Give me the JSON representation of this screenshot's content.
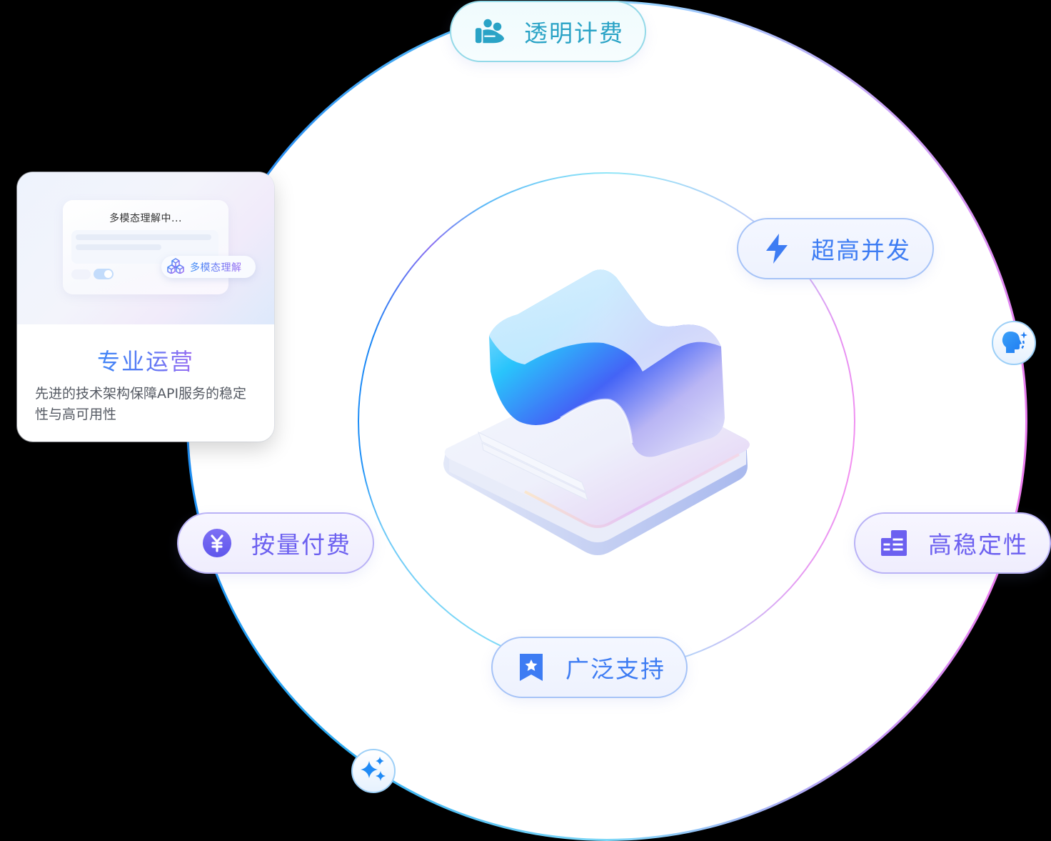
{
  "colors": {
    "background": "#000000",
    "outer_ring_primary": "#1e8cf5",
    "outer_ring_accent": "#f27cf0",
    "inner_ring_primary": "#1a86f5",
    "inner_ring_accent": "#f38ff0",
    "teal": "#2aa3c6",
    "blue": "#3d7cf3",
    "purple": "#6c60f0"
  },
  "pills": [
    {
      "id": "transparent-billing",
      "label": "透明计费",
      "icon": "user-hand-icon",
      "theme": "teal"
    },
    {
      "id": "high-concurrency",
      "label": "超高并发",
      "icon": "lightning-icon",
      "theme": "blue"
    },
    {
      "id": "pay-as-you-go",
      "label": "按量付费",
      "icon": "yuan-coin-icon",
      "theme": "purple"
    },
    {
      "id": "high-stability",
      "label": "高稳定性",
      "icon": "building-chart-icon",
      "theme": "purple"
    },
    {
      "id": "broad-support",
      "label": "广泛支持",
      "icon": "bookmark-star-icon",
      "theme": "blue"
    }
  ],
  "badges": [
    {
      "id": "ai-head",
      "icon": "ai-head-sparkle-icon"
    },
    {
      "id": "sparkles",
      "icon": "sparkles-icon"
    }
  ],
  "hero": {
    "icon": "document-scroll-3d-icon"
  },
  "card": {
    "mock_title": "多模态理解中...",
    "tag_label": "多模态理解",
    "tag_icon": "cubes-icon",
    "title": "专业运营",
    "description": "先进的技术架构保障API服务的稳定性与高可用性"
  }
}
